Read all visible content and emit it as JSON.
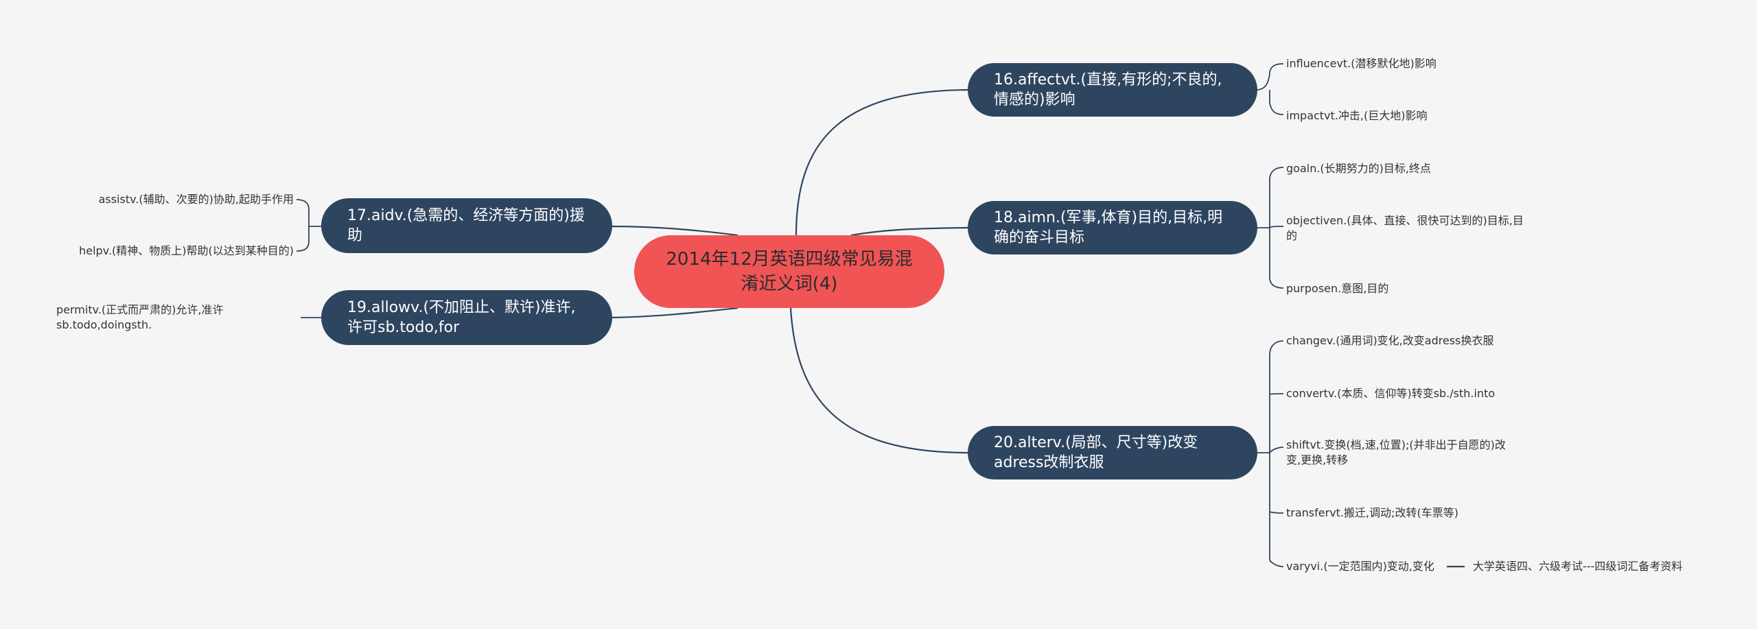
{
  "root": {
    "label": "2014年12月英语四级常见易混淆近义词(4)"
  },
  "colors": {
    "root": "#f05455",
    "branch": "#2e4560",
    "line": "#2e4560",
    "background": "#f5f5f5"
  },
  "branches": [
    {
      "id": "b16",
      "label": "16.affectvt.(直接,有形的;不良的,情感的)影响",
      "side": "right",
      "children": [
        {
          "label": "influencevt.(潜移默化地)影响"
        },
        {
          "label": "impactvt.冲击,(巨大地)影响"
        }
      ]
    },
    {
      "id": "b18",
      "label": "18.aimn.(军事,体育)目的,目标,明确的奋斗目标",
      "side": "right",
      "children": [
        {
          "label": "goaln.(长期努力的)目标,终点"
        },
        {
          "label": "objectiven.(具体、直接、很快可达到的)目标,目的"
        },
        {
          "label": "purposen.意图,目的"
        }
      ]
    },
    {
      "id": "b20",
      "label": "20.alterv.(局部、尺寸等)改变adress改制衣服",
      "side": "right",
      "children": [
        {
          "label": "changev.(通用词)变化,改变adress换衣服"
        },
        {
          "label": "convertv.(本质、信仰等)转变sb./sth.into"
        },
        {
          "label": "shiftvt.变换(档,速,位置);(并非出于自愿的)改变,更换,转移"
        },
        {
          "label": "transfervt.搬迁,调动;改转(车票等)"
        },
        {
          "label": "varyvi.(一定范围内)变动,变化",
          "extra": "大学英语四、六级考试---四级词汇备考资料"
        }
      ]
    },
    {
      "id": "b17",
      "label": "17.aidv.(急需的、经济等方面的)援助",
      "side": "left",
      "children": [
        {
          "label": "assistv.(辅助、次要的)协助,起助手作用"
        },
        {
          "label": "helpv.(精神、物质上)帮助(以达到某种目的)"
        }
      ]
    },
    {
      "id": "b19",
      "label": "19.allowv.(不加阻止、默许)准许,许可sb.todo,for",
      "side": "left",
      "children": [
        {
          "label": "permitv.(正式而严肃的)允许,准许sb.todo,doingsth."
        }
      ]
    }
  ]
}
